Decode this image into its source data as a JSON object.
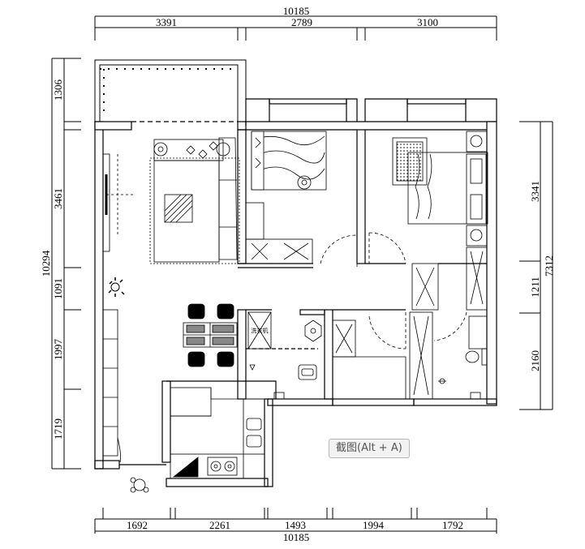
{
  "dimensions": {
    "top_total": "10185",
    "top": [
      "3391",
      "2789",
      "3100"
    ],
    "bottom_total": "10185",
    "bottom": [
      "1692",
      "2261",
      "1493",
      "1994",
      "1792"
    ],
    "left_total": "10294",
    "left": [
      "1306",
      "3461",
      "1091",
      "1997",
      "1719"
    ],
    "right_total": "7312",
    "right": [
      "3341",
      "1211",
      "2160"
    ]
  },
  "labels": {
    "laundry": "洗衣机"
  },
  "tooltip": {
    "text": "截图(Alt + A)"
  },
  "colors": {
    "line": "#000000",
    "tooltip_bg": "#f2f2f2"
  }
}
